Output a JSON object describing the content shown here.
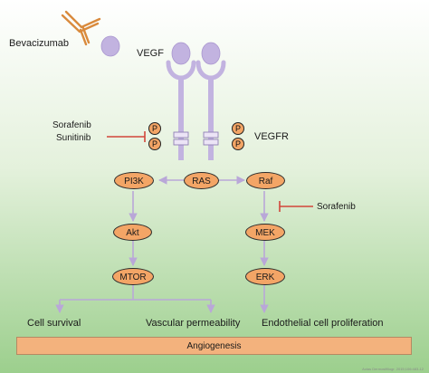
{
  "colors": {
    "background_top": "#ffffff",
    "background_bottom": "#9ccf8d",
    "membrane_head": "#c7b6e2",
    "membrane_stroke": "#a996cf",
    "receptor": "#c2b3e0",
    "node_fill": "#f3a566",
    "arrow": "#b9a7d8",
    "inhibitor": "#d2463a",
    "antibody": "#d98a3c",
    "bar_fill": "#f3b27d"
  },
  "icons": {
    "antibody": "antibody-y-icon",
    "ligand": "vegf-ligand-icon",
    "inhibition": "tee-bar-icon"
  },
  "labels": {
    "bevacizumab": "Bevacizumab",
    "vegf": "VEGF",
    "vegfr": "VEGFR",
    "sorafenib_left": "Sorafenib",
    "sunitinib": "Sunitinib",
    "sorafenib_right": "Sorafenib",
    "phospho": "P"
  },
  "nodes": {
    "pi3k": "PI3K",
    "ras": "RAS",
    "raf": "Raf",
    "akt": "Akt",
    "mek": "MEK",
    "mtor": "MTOR",
    "erk": "ERK"
  },
  "outcomes": {
    "cell_survival": "Cell survival",
    "vascular_permeability": "Vascular permeability",
    "endothelial_proliferation": "Endothelial cell proliferation",
    "angiogenesis": "Angiogenesis"
  },
  "citation": "Actas Dermosifiliogr. 2015;106:483-12"
}
